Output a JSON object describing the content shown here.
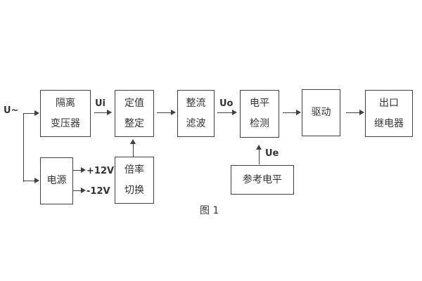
{
  "diagram": {
    "caption": "图 1",
    "labels": {
      "u_in": "U~",
      "ui": "Ui",
      "uo": "Uo",
      "ue": "Ue",
      "plus12v": "+12V",
      "minus12v": "-12V"
    },
    "blocks": {
      "isolation_transformer": {
        "lines": [
          "隔离",
          "变压器"
        ]
      },
      "setting_adjust": {
        "lines": [
          "定值",
          "整定"
        ]
      },
      "rectifier_filter": {
        "lines": [
          "整流",
          "滤波"
        ]
      },
      "level_detect": {
        "lines": [
          "电平",
          "检测"
        ]
      },
      "drive": {
        "lines": [
          "驱动"
        ]
      },
      "output_relay": {
        "lines": [
          "出口",
          "继电器"
        ]
      },
      "power_supply": {
        "lines": [
          "电源"
        ]
      },
      "ratio_switch": {
        "lines": [
          "倍率",
          "切换"
        ]
      },
      "reference_level": {
        "lines": [
          "参考电平"
        ]
      }
    },
    "colors": {
      "line": "#3f3f3f",
      "text": "#333333",
      "background": "#ffffff"
    }
  }
}
